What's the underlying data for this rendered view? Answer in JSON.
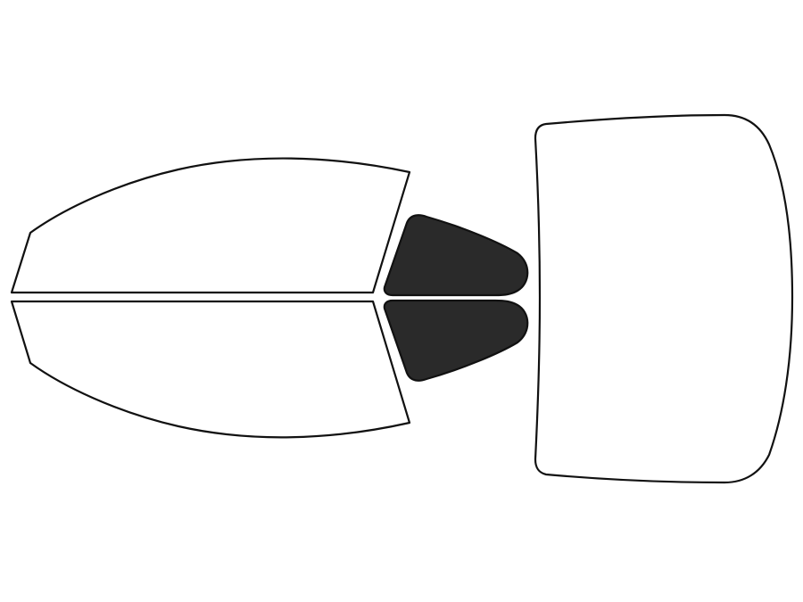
{
  "diagram": {
    "background_color": "#ffffff",
    "outline_color": "#111111",
    "tinted_fill": "#2a2a2a",
    "clear_fill": "#ffffff",
    "panels": [
      {
        "id": "front-left-window",
        "tinted": false
      },
      {
        "id": "front-right-window",
        "tinted": false
      },
      {
        "id": "rear-left-quarter-window",
        "tinted": true
      },
      {
        "id": "rear-right-quarter-window",
        "tinted": true
      },
      {
        "id": "rear-windshield",
        "tinted": false
      }
    ]
  }
}
